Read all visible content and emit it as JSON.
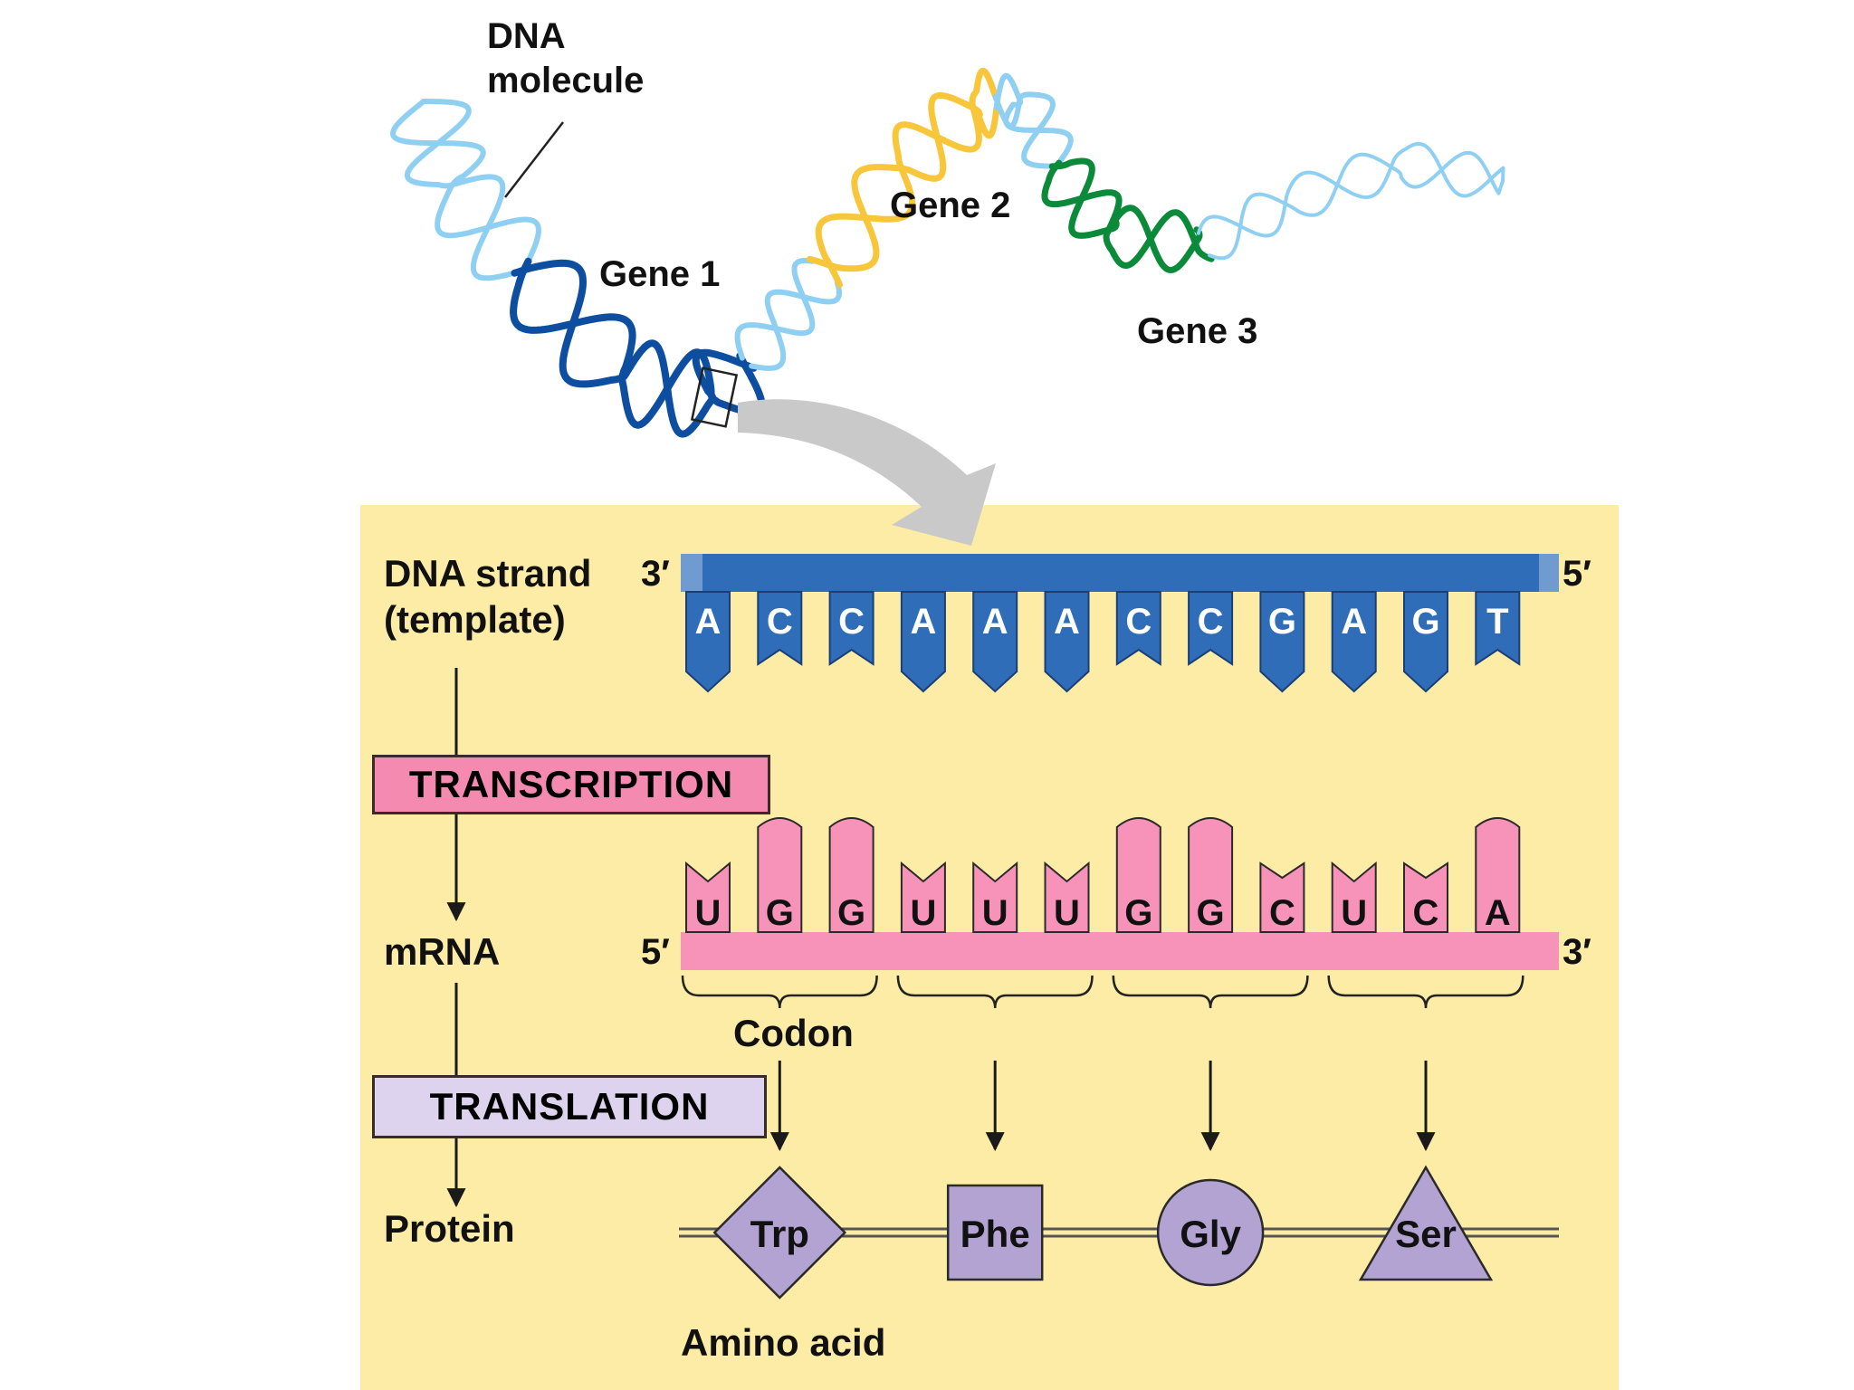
{
  "labels": {
    "dna_molecule_line1": "DNA",
    "dna_molecule_line2": "molecule",
    "gene1": "Gene 1",
    "gene2": "Gene 2",
    "gene3": "Gene 3",
    "dna_strand_line1": "DNA strand",
    "dna_strand_line2": "(template)",
    "mrna": "mRNA",
    "protein": "Protein",
    "codon": "Codon",
    "amino_acid": "Amino acid"
  },
  "process": {
    "transcription": "TRANSCRIPTION",
    "translation": "TRANSLATION"
  },
  "ends": {
    "dna_left": "3′",
    "dna_right": "5′",
    "mrna_left": "5′",
    "mrna_right": "3′"
  },
  "dna_bases": [
    "A",
    "C",
    "C",
    "A",
    "A",
    "A",
    "C",
    "C",
    "G",
    "A",
    "G",
    "T"
  ],
  "mrna_bases": [
    "U",
    "G",
    "G",
    "U",
    "U",
    "U",
    "G",
    "G",
    "C",
    "U",
    "C",
    "A"
  ],
  "amino_acids": [
    {
      "name": "Trp",
      "shape": "diamond"
    },
    {
      "name": "Phe",
      "shape": "square"
    },
    {
      "name": "Gly",
      "shape": "circle"
    },
    {
      "name": "Ser",
      "shape": "triangle"
    }
  ],
  "colors": {
    "gene1": "#0d4ea0",
    "gene2": "#f7c63a",
    "gene3": "#0b8a3a",
    "noncoding_dna": "#8fd0f2",
    "panel_bg": "#fdeca6",
    "dna_strand": "#2f6db8",
    "mrna": "#f792b8",
    "amino_acid_fill": "#b3a3d2",
    "translation_box": "#ddd3ef"
  }
}
